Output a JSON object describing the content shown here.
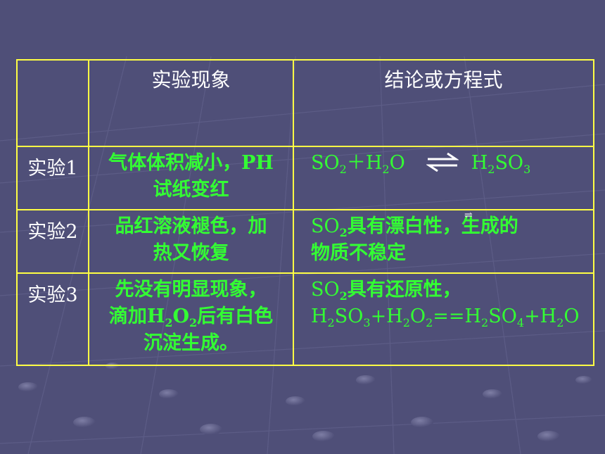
{
  "table": {
    "headers": [
      "",
      "实验现象",
      "结论或方程式"
    ],
    "rows": [
      {
        "label": "实验1",
        "phenomenon_line1": "气体体积减小，PH",
        "phenomenon_line2": "试纸变红",
        "eq_left_so": "SO",
        "eq_left_so_sub": "2",
        "eq_left_plus": "＋H",
        "eq_left_h_sub": "2",
        "eq_left_o": "O",
        "eq_right_h": "H",
        "eq_right_h_sub": "2",
        "eq_right_so": "SO",
        "eq_right_so_sub": "3"
      },
      {
        "label": "实验2",
        "phenomenon_line1": "品红溶液褪色，加",
        "phenomenon_line2": "热又恢复",
        "concl_so": "SO",
        "concl_so_sub": "2",
        "concl_rest": "具有漂白性，生成的",
        "concl_line2": "物质不稳定"
      },
      {
        "label": "实验3",
        "phenomenon_line1": "先没有明显现象，",
        "phenomenon_line2_a": "滴加H",
        "phenomenon_line2_sub1": "2",
        "phenomenon_line2_b": "O",
        "phenomenon_line2_sub2": "2",
        "phenomenon_line2_c": "后有白色",
        "phenomenon_line3": "沉淀生成。",
        "concl_so": "SO",
        "concl_so_sub": "2",
        "concl_rest": "具有还原性，",
        "formula_h": "H",
        "formula_h_sub": "2",
        "formula_so": "SO",
        "formula_so_sub": "3",
        "formula_plus": "+H",
        "formula_h2_sub": "2",
        "formula_o": "O",
        "formula_o_sub": "2",
        "formula_eq": "==H",
        "formula_h3_sub": "2",
        "formula_so4": "SO",
        "formula_so4_sub": "4",
        "formula_plus2": "+H",
        "formula_h4_sub": "2",
        "formula_o2": "O"
      }
    ]
  },
  "small_symbol": "⇌",
  "colors": {
    "background": "#4f4f78",
    "border": "#ffff44",
    "header_text": "#ffffff",
    "content_text": "#33ff33"
  }
}
